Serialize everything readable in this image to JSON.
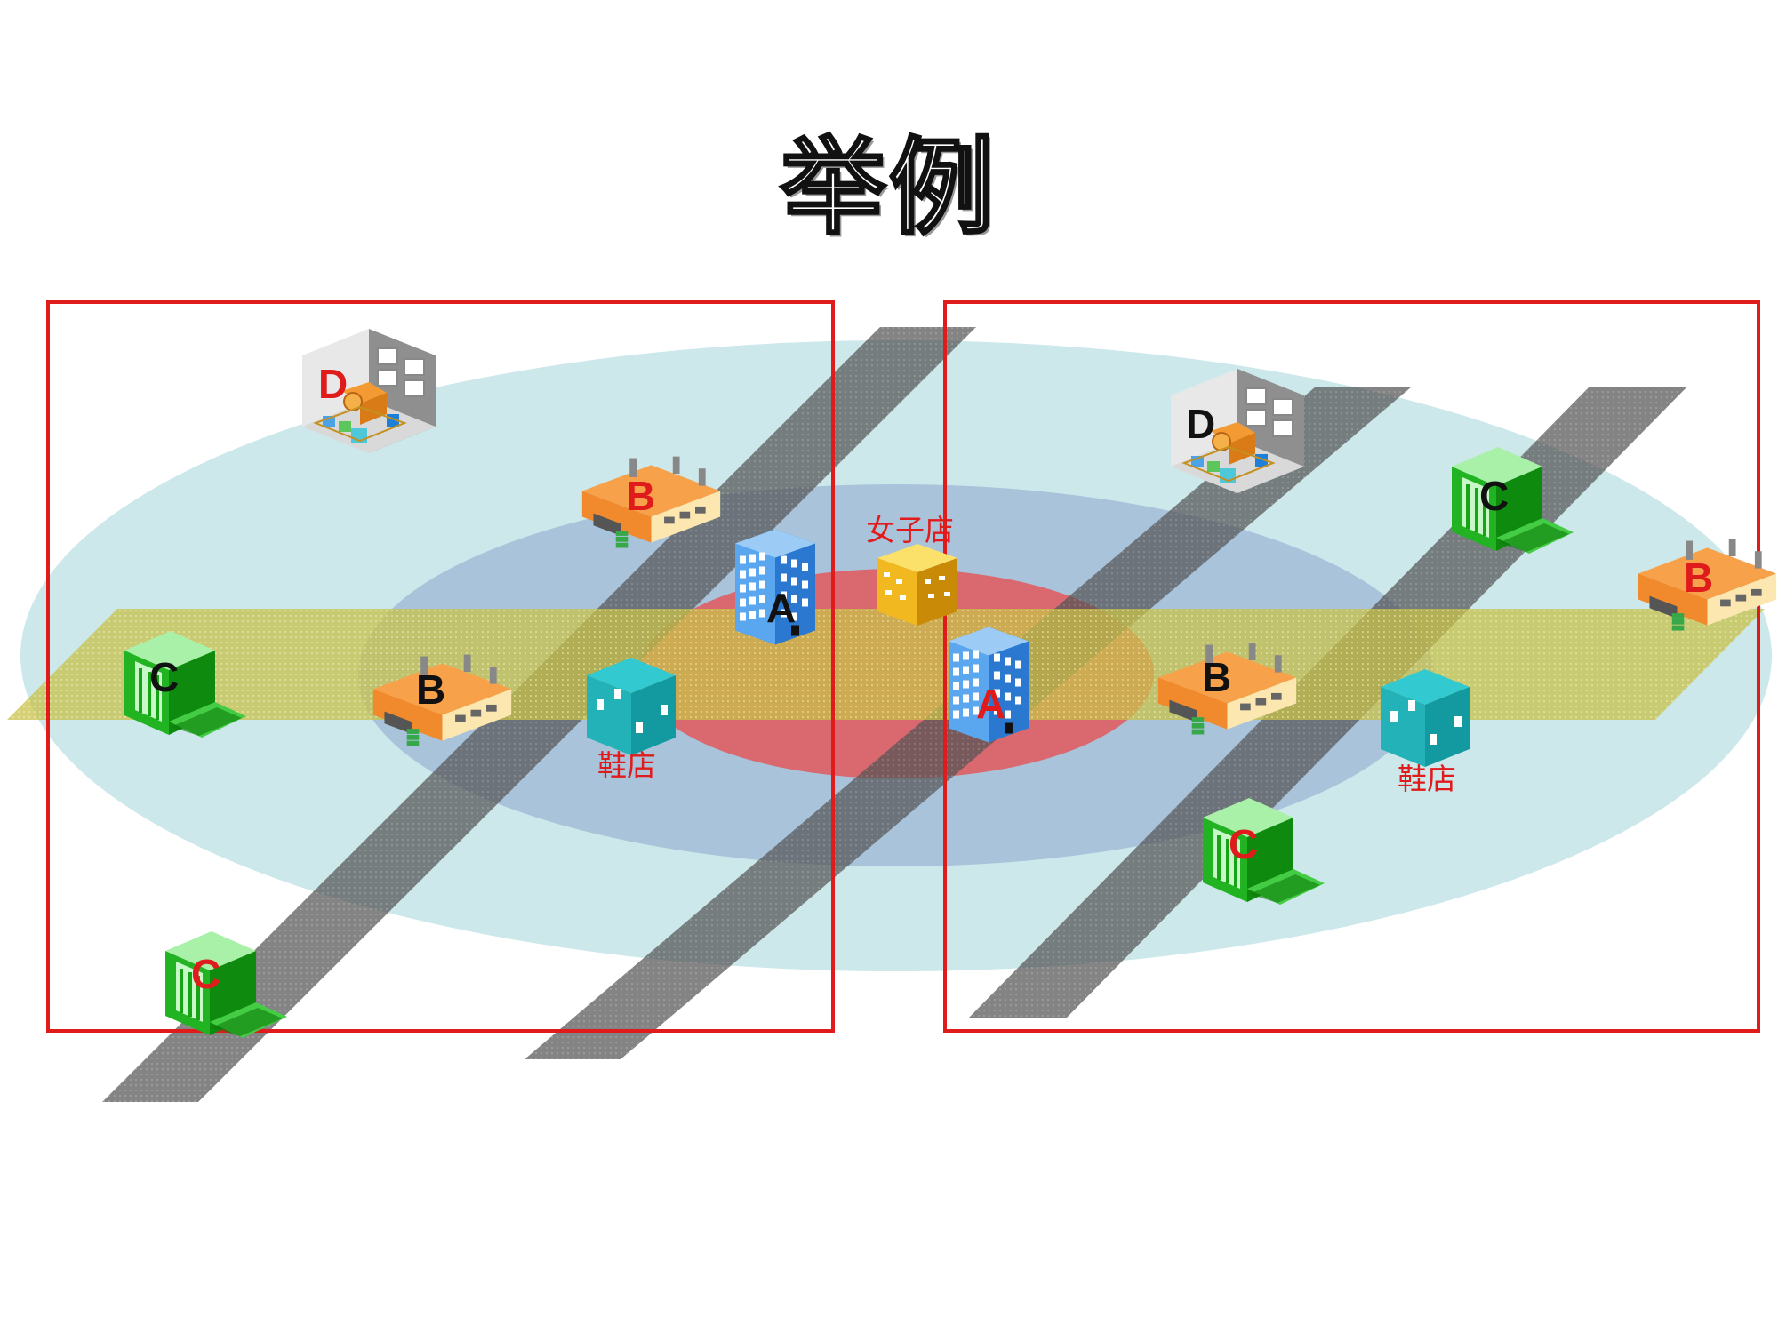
{
  "title": "举例",
  "colors": {
    "frame": "#e01b1b",
    "outer_ring": "#cce8ea",
    "middle_ring": "#a9c3db",
    "inner_ring": "#d9686f",
    "road": "#555555",
    "main_street": "#c8c24a",
    "label_red": "#e01b1b",
    "label_black": "#111111"
  },
  "labels": {
    "left": {
      "D": "D",
      "B_top": "B",
      "A": "A",
      "C_left": "C",
      "B_mid": "B",
      "C_bottom": "C",
      "shoe_store": "鞋店"
    },
    "center": {
      "women_store": "女子店"
    },
    "right": {
      "D": "D",
      "C_top": "C",
      "B_right": "B",
      "A": "A",
      "B_mid": "B",
      "C_bottom": "C",
      "shoe_store": "鞋店"
    }
  },
  "icons": {
    "office_tower": "office-building-icon",
    "factory": "factory-icon",
    "bank": "bank-icon",
    "warehouse": "warehouse-icon",
    "shop_cube": "shop-cube-icon"
  }
}
